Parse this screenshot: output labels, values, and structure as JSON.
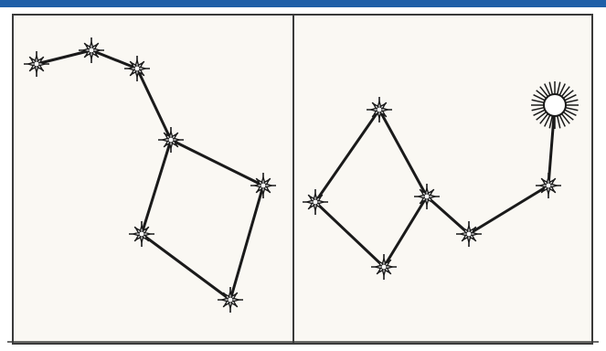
{
  "colors": {
    "frame_top": "#1f5fa8",
    "panel_bg": "#faf8f3",
    "ink": "#1a1a1a",
    "border": "#3a3a3a"
  },
  "panels": [
    {
      "id": "left",
      "star_count": 7,
      "edges": [
        [
          0,
          1
        ],
        [
          1,
          2
        ],
        [
          2,
          3
        ],
        [
          3,
          4
        ],
        [
          4,
          6
        ],
        [
          6,
          5
        ],
        [
          5,
          3
        ]
      ]
    },
    {
      "id": "right",
      "star_count": 7,
      "sun_index": 6,
      "edges": [
        [
          0,
          1
        ],
        [
          1,
          2
        ],
        [
          2,
          3
        ],
        [
          3,
          0
        ],
        [
          2,
          4
        ],
        [
          4,
          5
        ],
        [
          5,
          6
        ]
      ]
    }
  ]
}
